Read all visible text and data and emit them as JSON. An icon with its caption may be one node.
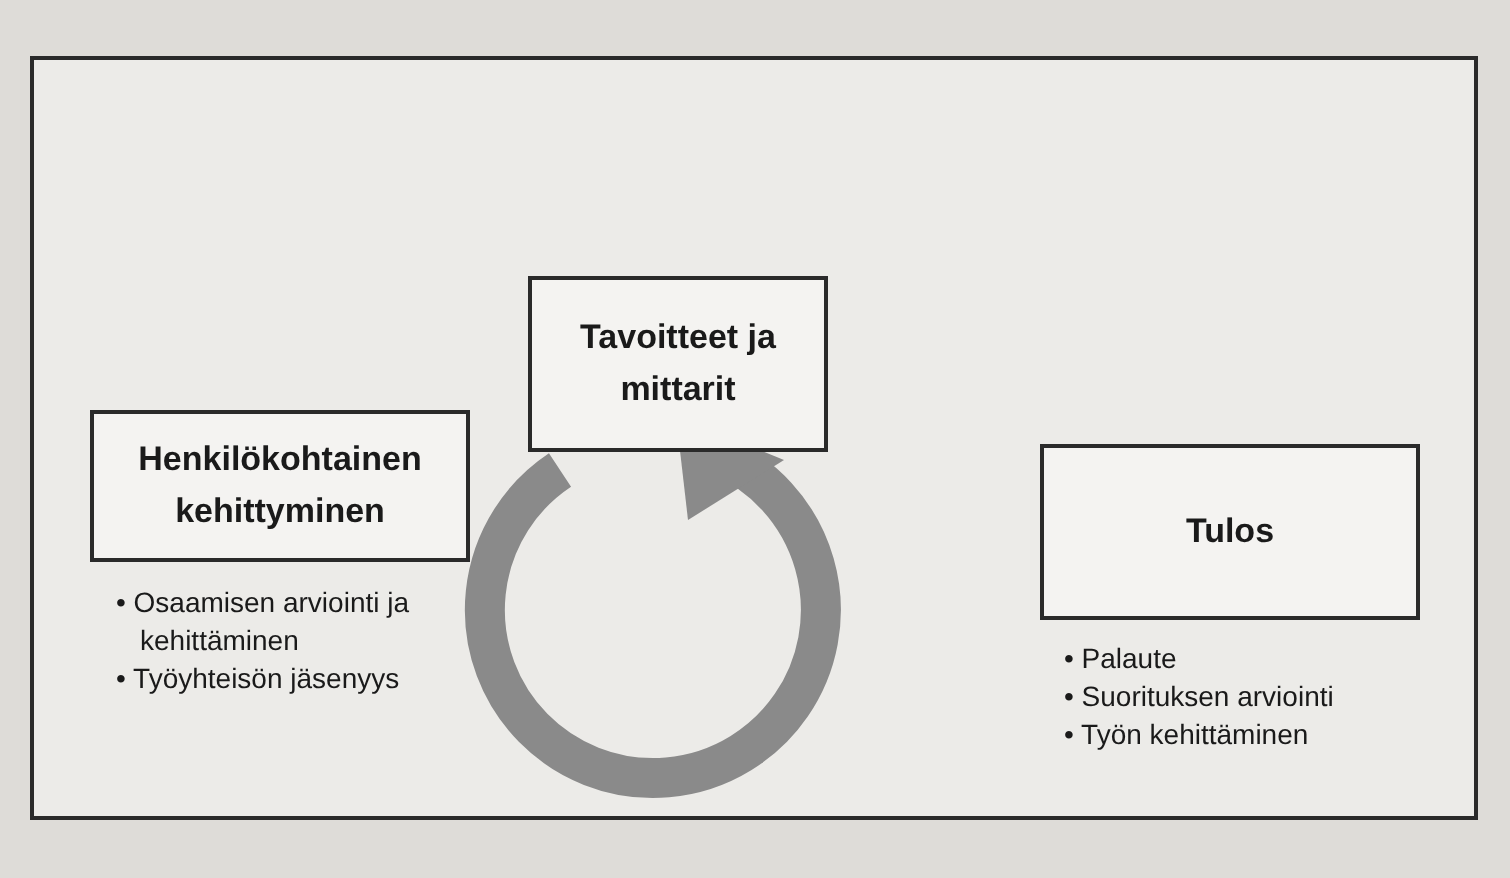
{
  "diagram": {
    "nodes": [
      {
        "text": [
          "Tavoitteet ja mittarit"
        ]
      },
      {
        "text": [
          "Henkilökohtainen kehittyminen"
        ],
        "beside": [
          "• Osaamisen arviointi ja kehittäminen",
          "• Työyhteisön jäsenyys"
        ]
      },
      {
        "text": [
          "Tulos"
        ],
        "beside": [
          "• Palaute",
          "• Suorituksen arviointi",
          "• Työn kehittäminen"
        ]
      }
    ]
  }
}
